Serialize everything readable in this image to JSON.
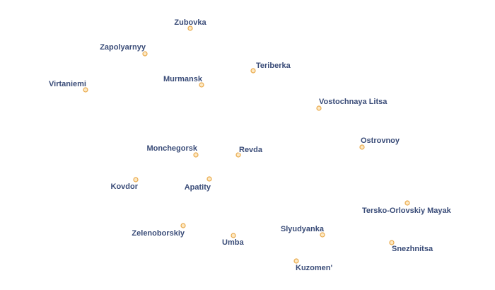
{
  "map": {
    "marker_fill": "#fde9c4",
    "marker_stroke": "#e9a94a",
    "label_color": "#3a4c78",
    "places": [
      {
        "name": "Zubovka"
      },
      {
        "name": "Zapolyarnyy"
      },
      {
        "name": "Teriberka"
      },
      {
        "name": "Murmansk"
      },
      {
        "name": "Virtaniemi"
      },
      {
        "name": "Vostochnaya Litsa"
      },
      {
        "name": "Ostrovnoy"
      },
      {
        "name": "Monchegorsk"
      },
      {
        "name": "Revda"
      },
      {
        "name": "Kovdor"
      },
      {
        "name": "Apatity"
      },
      {
        "name": "Tersko-Orlovskiy Mayak"
      },
      {
        "name": "Zelenoborskiy"
      },
      {
        "name": "Slyudyanka"
      },
      {
        "name": "Umba"
      },
      {
        "name": "Snezhnitsa"
      },
      {
        "name": "Kuzomen'"
      }
    ]
  }
}
